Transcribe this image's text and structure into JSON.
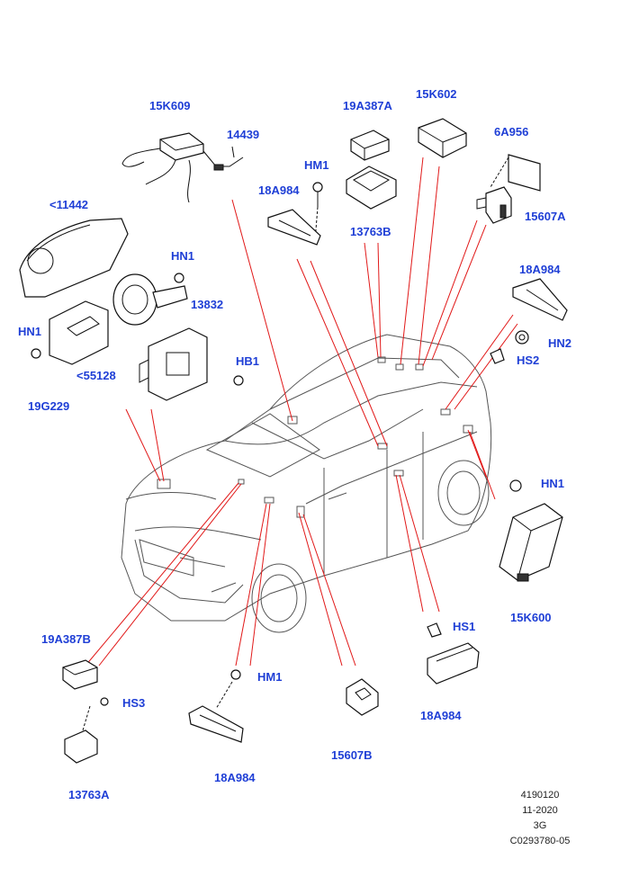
{
  "callouts": {
    "c15K609": "15K609",
    "c14439": "14439",
    "c19A387A": "19A387A",
    "c15K602": "15K602",
    "c6A956": "6A956",
    "cHM1_top": "HM1",
    "c18A984_top": "18A984",
    "c13763B": "13763B",
    "c15607A": "15607A",
    "c11442": "<11442",
    "cHN1_left": "HN1",
    "c13832": "13832",
    "cHN1_mid": "HN1",
    "c18A984_right": "18A984",
    "cHN2": "HN2",
    "cHS2": "HS2",
    "c55128": "<55128",
    "cHB1": "HB1",
    "c19G229": "19G229",
    "cHN1_right": "HN1",
    "c15K600": "15K600",
    "c19A387B": "19A387B",
    "cHS3": "HS3",
    "c13763A": "13763A",
    "cHM1_bottom": "HM1",
    "c18A984_bottom": "18A984",
    "c15607B": "15607B",
    "cHS1": "HS1",
    "c18A984_br": "18A984"
  },
  "footer": {
    "line1": "4190120",
    "line2": "11-2020",
    "line3": "3G",
    "line4": "C0293780-05"
  },
  "colors": {
    "callout": "#1f3fd6",
    "leader": "#e11818"
  }
}
